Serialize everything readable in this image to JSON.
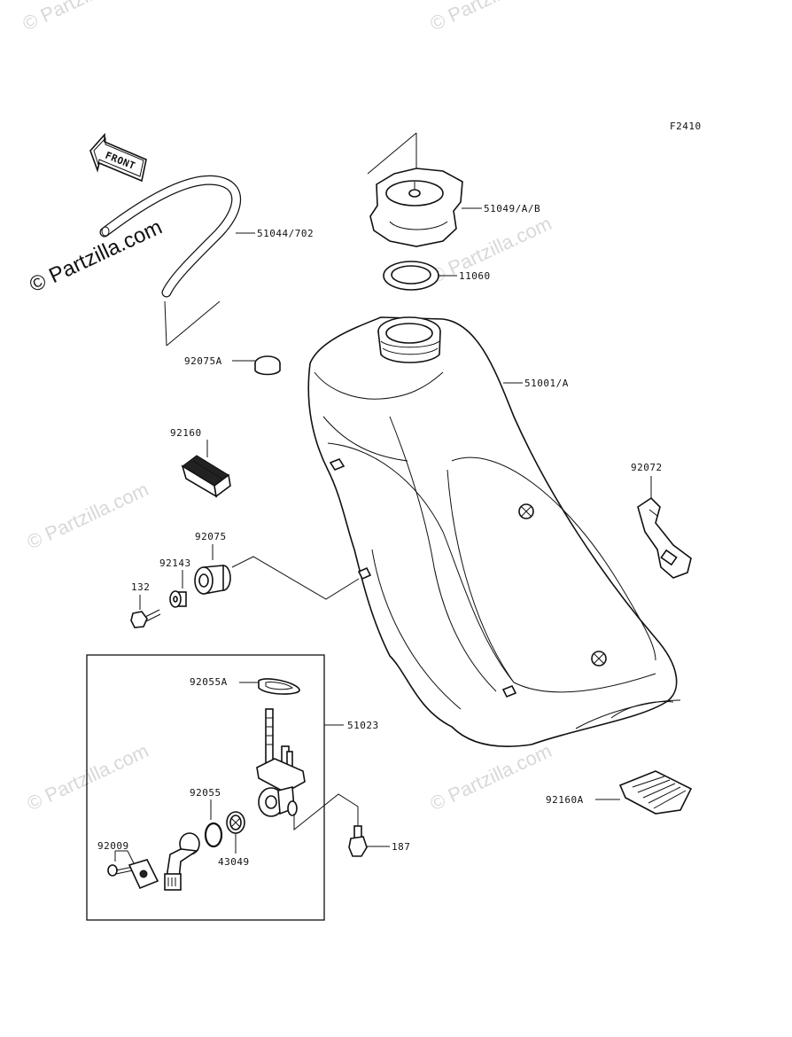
{
  "diagram": {
    "figure_code": "F2410",
    "front_arrow_label": "FRONT",
    "watermark": "© Partzilla.com",
    "labels": {
      "hose": "51044/702",
      "cap": "51049/A/B",
      "gasket_ring": "11060",
      "cap_plug": "92075A",
      "tank": "51001/A",
      "damper_pad": "92160",
      "strap": "92072",
      "grommet": "92075",
      "collar": "92143",
      "bolt_132": "132",
      "valve_gasket": "92055A",
      "fuel_valve": "51023",
      "oring": "92055",
      "filter": "43049",
      "screw": "92009",
      "bolt_187": "187",
      "rear_pad": "92160A"
    }
  }
}
